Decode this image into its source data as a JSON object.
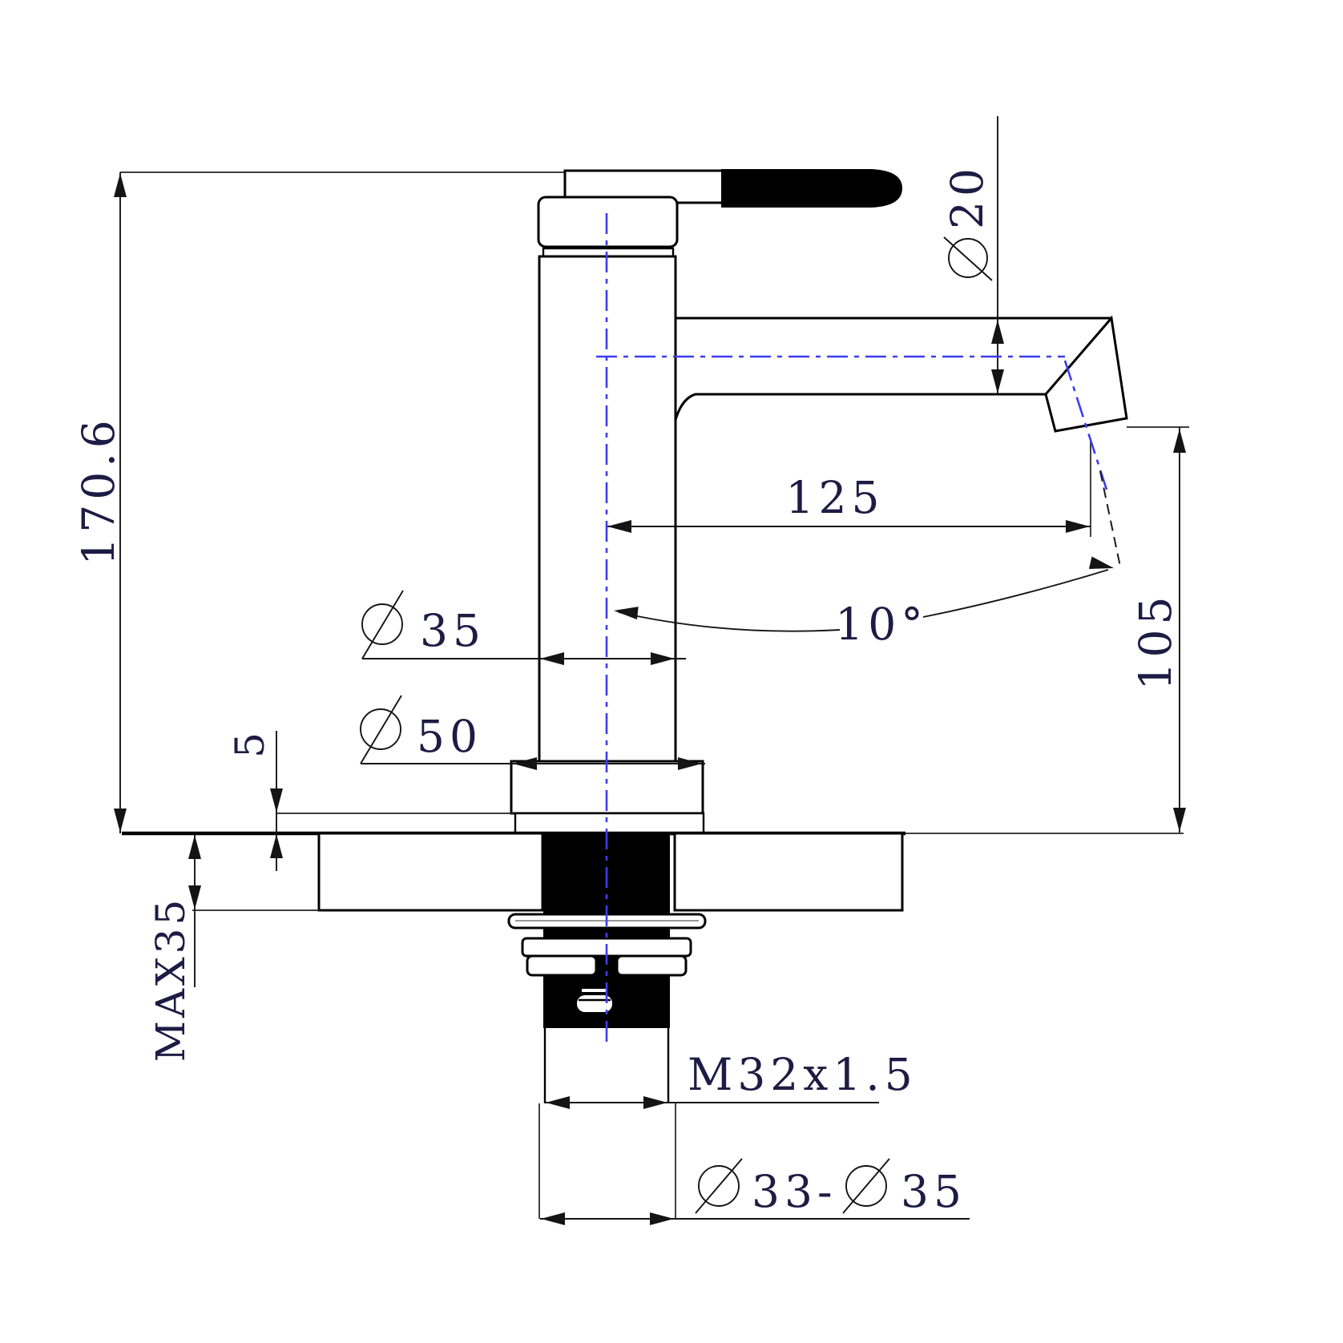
{
  "drawing": {
    "kind": "technical-dimension-drawing",
    "subject": "single-lever basin mixer tap, side elevation with mounting section",
    "units": "mm",
    "colors": {
      "outline": "#000000",
      "centerline_accent": "#3d3df0",
      "dimension_text": "#1c1c44",
      "background": "#ffffff"
    },
    "icons": {
      "diameter_symbol": "slashed-circle (Ø)"
    },
    "dimensions": {
      "overall_height": {
        "label": "170.6"
      },
      "handle_to_deck_note": {
        "label": ""
      },
      "gasket_thickness": {
        "label": "5"
      },
      "max_mount_thickness": {
        "label": "MAX35"
      },
      "body_diameter": {
        "label": "35"
      },
      "base_diameter": {
        "label": "50"
      },
      "spout_diameter": {
        "label": "20"
      },
      "spout_reach": {
        "label": "125"
      },
      "spout_angle": {
        "label": "10°"
      },
      "outlet_height": {
        "label": "105"
      },
      "shank_thread": {
        "label": "M32x1.5"
      },
      "hole_range_min": {
        "label": "33-"
      },
      "hole_range_max": {
        "label": "35"
      }
    }
  }
}
